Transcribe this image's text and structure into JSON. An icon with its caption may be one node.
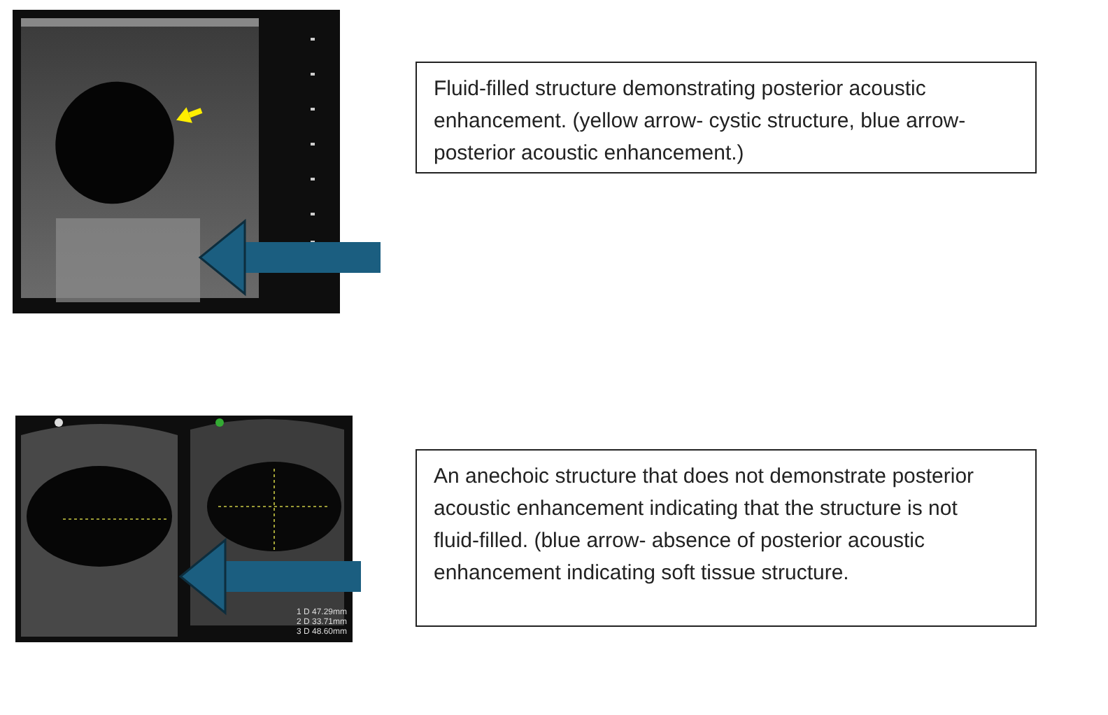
{
  "diagram": {
    "nodes": [
      {
        "text": [],
        "shape": "picture"
      },
      {
        "text": [],
        "shape": "circle",
        "in": 0
      },
      {
        "text": [],
        "shape": "box",
        "in": 0
      },
      {
        "text": [
          "Fluid-filled structure demonstrating posterior acoustic enhancement. (yellow arrow- cystic structure, blue arrow- posterior acoustic enhancement.)"
        ]
      },
      {
        "text": [],
        "shape": "picture"
      },
      {
        "text": [],
        "shape": "picture",
        "in": 4
      },
      {
        "text": [
          "An anechoic structure that does not demonstrate posterior acoustic enhancement indicating that the structure is not fluid-filled. (blue arrow- absence of posterior acoustic enhancement indicating soft tissue structure."
        ]
      }
    ],
    "edges": [
      {
        "from": null,
        "to": 1,
        "arrow": "to",
        "color": "#ffee00"
      },
      {
        "from": null,
        "to": 2,
        "arrow": "to",
        "color": "#1b5e80"
      },
      {
        "from": null,
        "to": 5,
        "arrow": "to",
        "color": "#1b5e80"
      }
    ],
    "labels": [
      "1 D 47.29mm",
      "2 D 33.71mm",
      "3 D 48.60mm"
    ]
  }
}
